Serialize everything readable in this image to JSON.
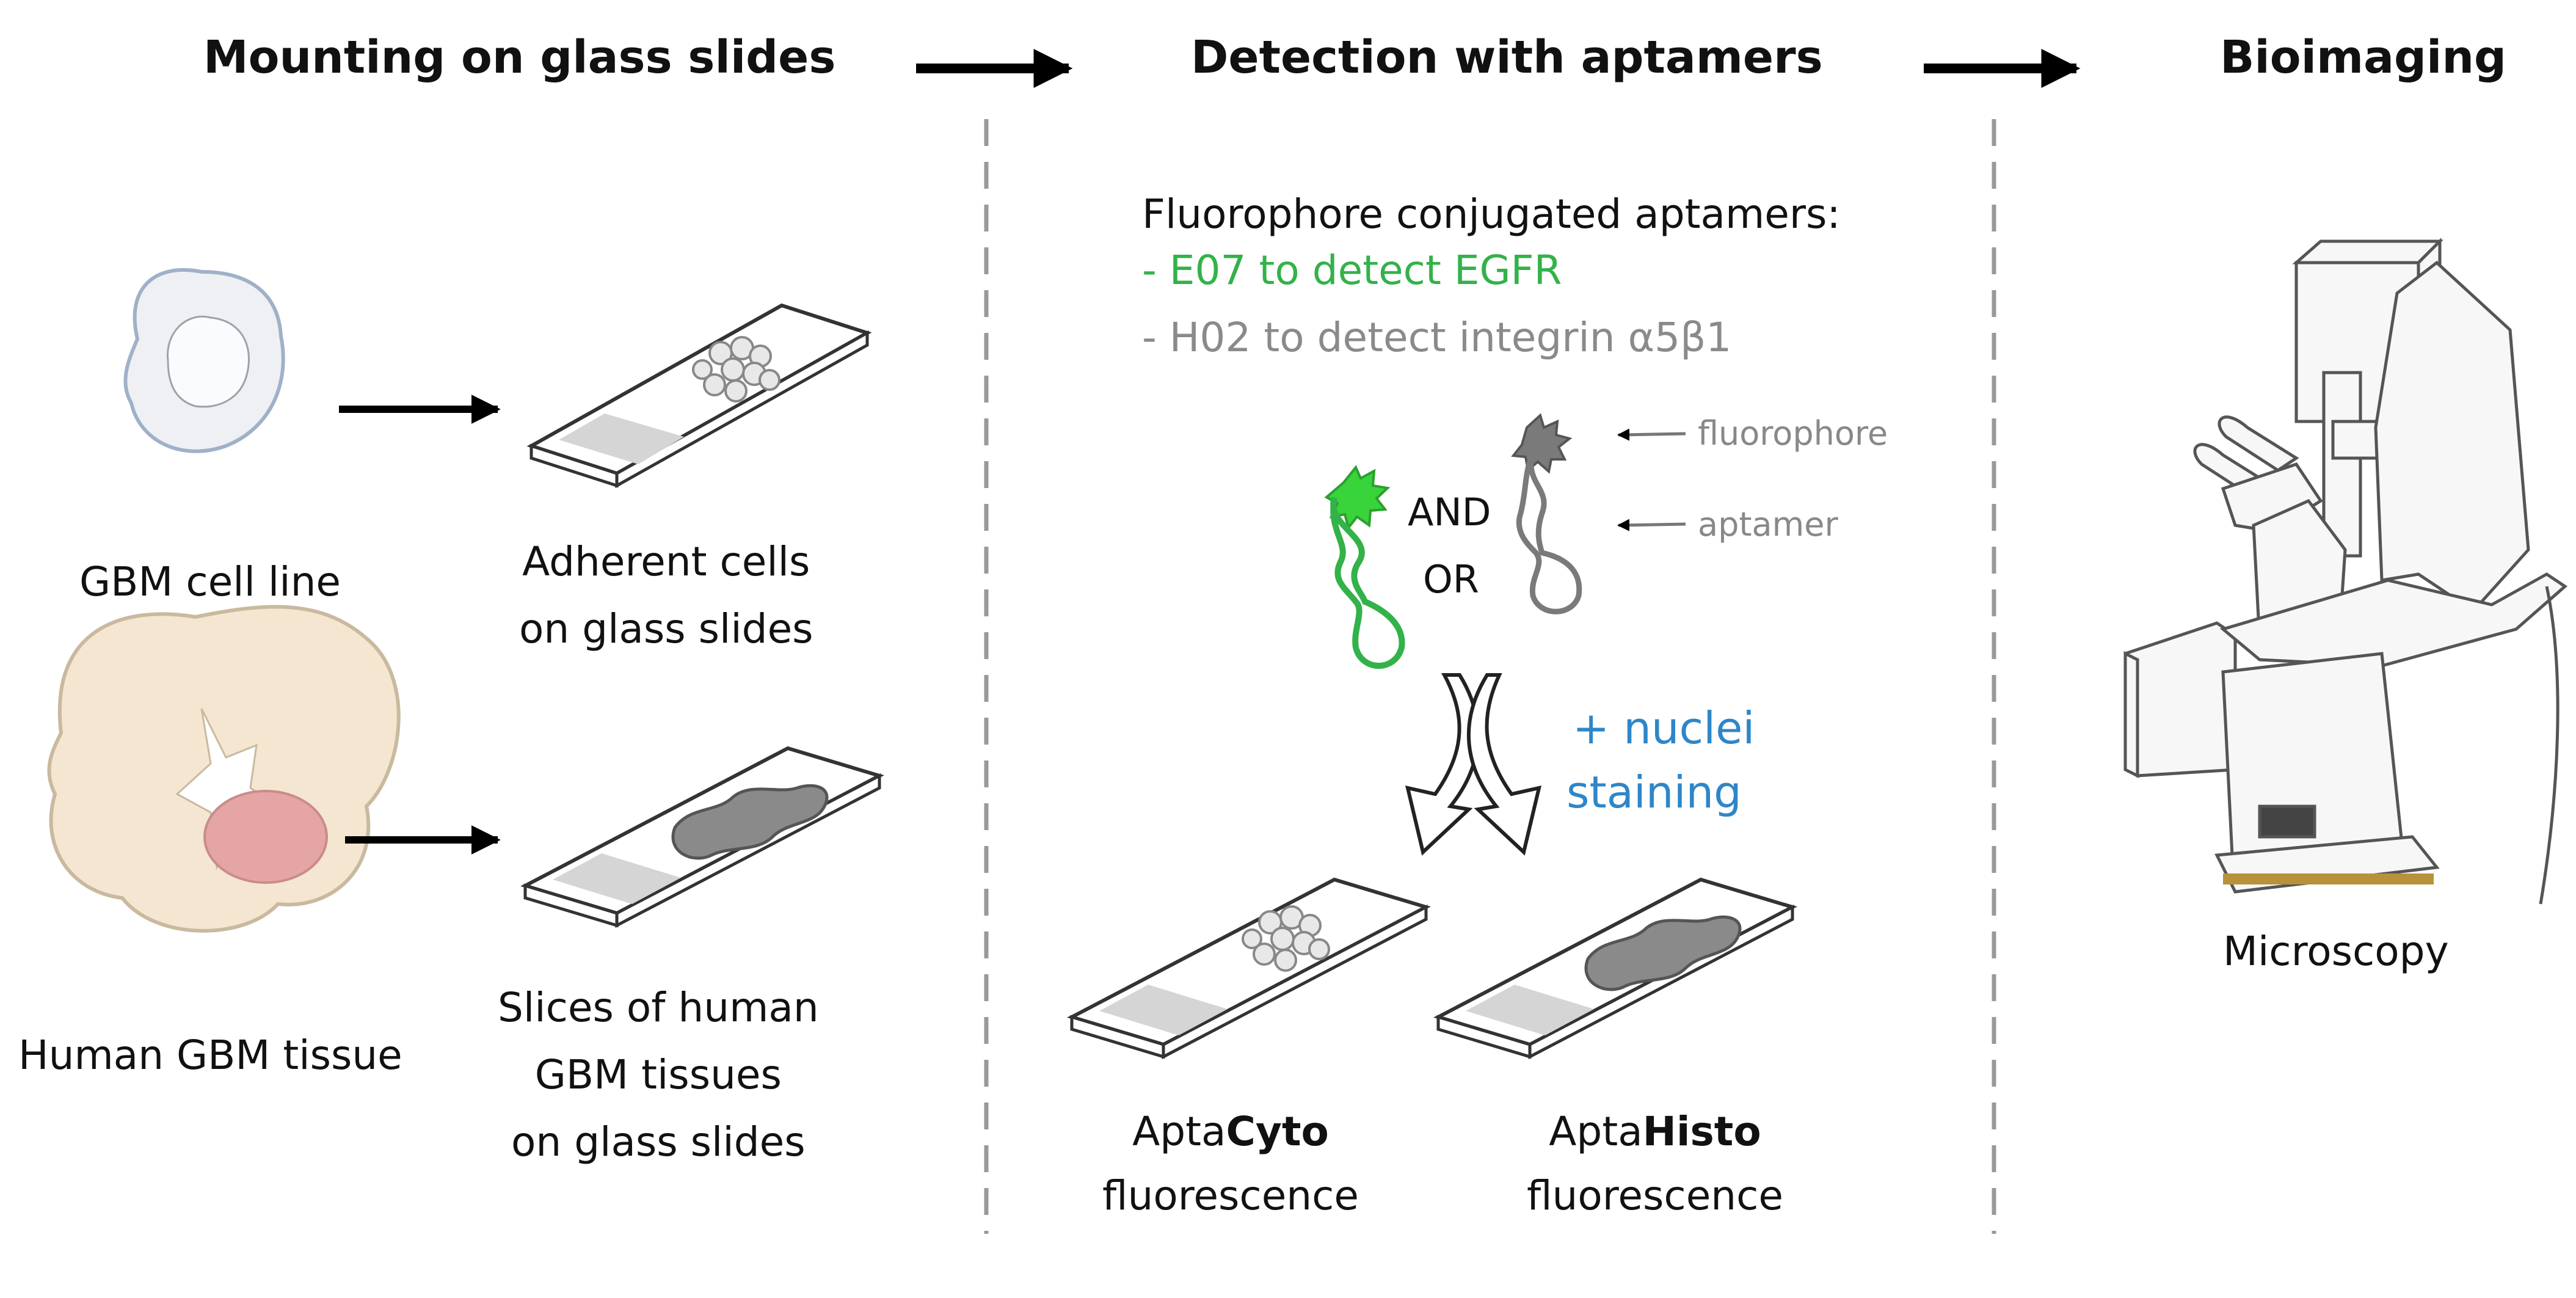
{
  "headers": {
    "mounting": "Mounting on glass slides",
    "detection": "Detection with aptamers",
    "bioimaging": "Bioimaging"
  },
  "sources": {
    "cell_line": "GBM cell line",
    "tissue": "Human GBM tissue"
  },
  "slides": {
    "cells_line1": "Adherent  cells",
    "cells_line2": "on glass slides",
    "tissue_line1": "Slices of human",
    "tissue_line2": "GBM tissues",
    "tissue_line3": "on glass slides"
  },
  "aptamers": {
    "intro": "Fluorophore conjugated aptamers:",
    "e07": "- E07 to detect  EGFR",
    "h02": "- H02 to detect  integrin α5β1",
    "and": "AND",
    "or": "OR",
    "fluorophore": "fluorophore",
    "aptamer": "aptamer",
    "nuclei_line1": "+ nuclei",
    "nuclei_line2": "staining"
  },
  "outputs": {
    "cyto_prefix": "Apta",
    "cyto_bold": "Cyto",
    "histo_prefix": "Apta",
    "histo_bold": "Histo",
    "fluorescence": "fluorescence"
  },
  "imaging": {
    "label": "Microscopy"
  },
  "colors": {
    "green": "#33b24a",
    "blue": "#2e86c8",
    "gray_text": "#8a8a8a",
    "tumor": "#e6a5a5",
    "brain": "#f4e6d0"
  }
}
